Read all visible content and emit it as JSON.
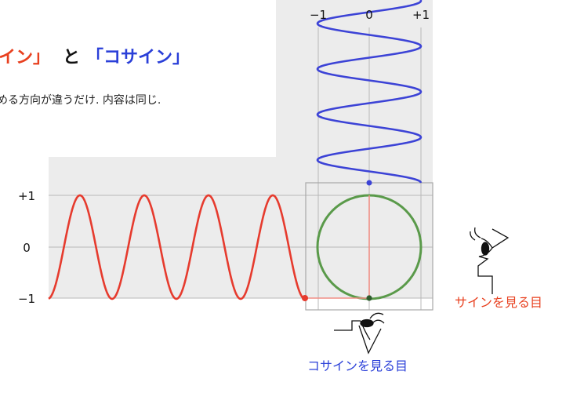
{
  "title": {
    "part1": "イン」",
    "connector": "と",
    "part2": "「コサイン」"
  },
  "subtitle": "める方向が違うだけ. 内容は同じ.",
  "axis": {
    "top_ticks": [
      "−1",
      "0",
      "+1"
    ],
    "left_ticks": [
      "+1",
      "0",
      "−1"
    ]
  },
  "labels": {
    "sine_eye": "サインを見る目",
    "cosine_eye": "コサインを見る目"
  },
  "colors": {
    "sine": "#e63b2e",
    "cosine": "#3c43d6",
    "circle": "#5a9a4a",
    "title_red": "#e8401f",
    "title_blue": "#2a3fd8",
    "panel": "#ececec",
    "grid": "#b8b8b8"
  }
}
